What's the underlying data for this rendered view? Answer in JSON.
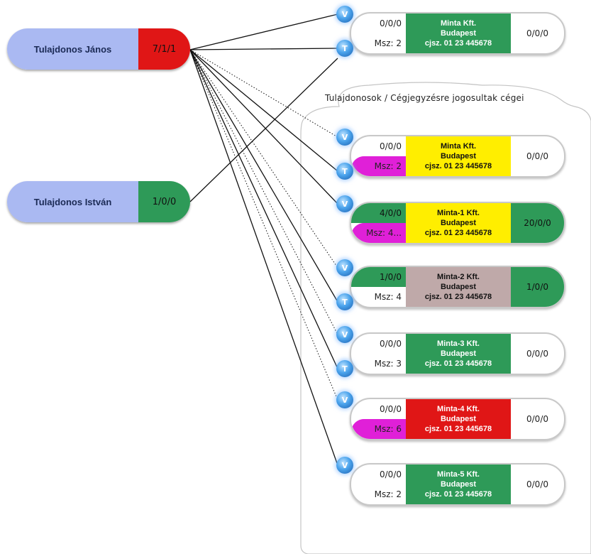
{
  "colors": {
    "green": "#2e9a58",
    "red": "#e01616",
    "yellow": "#ffee00",
    "taupe": "#bfa9a9",
    "magenta": "#e020d8",
    "owner_blue": "#aab9f2"
  },
  "owners": [
    {
      "name": "Tulajdonos János",
      "value": "7/1/1",
      "value_color": "red"
    },
    {
      "name": "Tulajdonos István",
      "value": "1/0/0",
      "value_color": "green"
    }
  ],
  "section_title": "Tulajdonosok / Cégjegyzésre jogosultak cégei",
  "badges": {
    "v_label": "V",
    "t_label": "T"
  },
  "companies": [
    {
      "top_left": "0/0/0",
      "msz": "Msz: 2",
      "msz_color": "white",
      "top_left_color": "white",
      "name": "Minta Kft.",
      "city": "Budapest",
      "cjsz": "cjsz. 01 23 445678",
      "center_color": "green",
      "right": "0/0/0",
      "right_color": "white"
    },
    {
      "top_left": "0/0/0",
      "msz": "Msz: 2",
      "msz_color": "magenta",
      "top_left_color": "white",
      "name": "Minta Kft.",
      "city": "Budapest",
      "cjsz": "cjsz. 01 23 445678",
      "center_color": "yellow",
      "right": "0/0/0",
      "right_color": "white"
    },
    {
      "top_left": "4/0/0",
      "msz": "Msz: 4...",
      "msz_color": "magenta",
      "top_left_color": "green",
      "name": "Minta-1 Kft.",
      "city": "Budapest",
      "cjsz": "cjsz. 01 23 445678",
      "center_color": "yellow",
      "right": "20/0/0",
      "right_color": "green"
    },
    {
      "top_left": "1/0/0",
      "msz": "Msz: 4",
      "msz_color": "white",
      "top_left_color": "green",
      "name": "Minta-2 Kft.",
      "city": "Budapest",
      "cjsz": "cjsz. 01 23 445678",
      "center_color": "taupe",
      "right": "1/0/0",
      "right_color": "green"
    },
    {
      "top_left": "0/0/0",
      "msz": "Msz: 3",
      "msz_color": "white",
      "top_left_color": "white",
      "name": "Minta-3 Kft.",
      "city": "Budapest",
      "cjsz": "cjsz. 01 23 445678",
      "center_color": "green",
      "right": "0/0/0",
      "right_color": "white"
    },
    {
      "top_left": "0/0/0",
      "msz": "Msz: 6",
      "msz_color": "magenta",
      "top_left_color": "white",
      "name": "Minta-4 Kft.",
      "city": "Budapest",
      "cjsz": "cjsz. 01 23 445678",
      "center_color": "red",
      "right": "0/0/0",
      "right_color": "white"
    },
    {
      "top_left": "0/0/0",
      "msz": "Msz: 2",
      "msz_color": "white",
      "top_left_color": "white",
      "name": "Minta-5 Kft.",
      "city": "Budapest",
      "cjsz": "cjsz. 01 23 445678",
      "center_color": "green",
      "right": "0/0/0",
      "right_color": "white"
    }
  ]
}
